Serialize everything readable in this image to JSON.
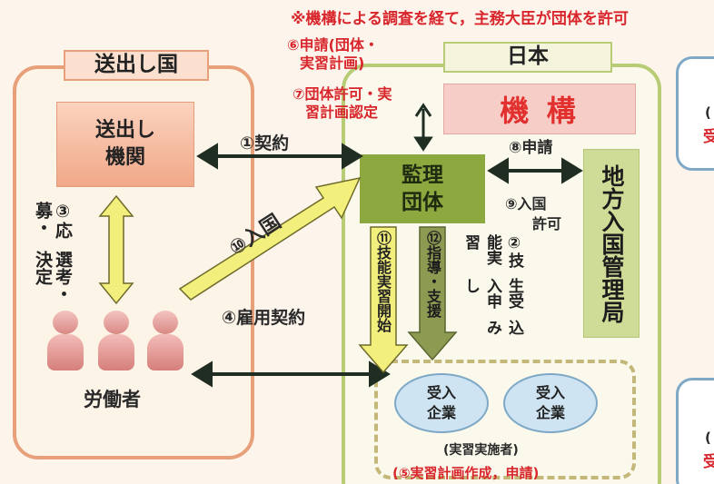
{
  "top_note": "※機構による調査を経て，主務大臣が団体を許可",
  "sending_country": {
    "label": "送出し国",
    "agency": [
      "送出し",
      "機関"
    ],
    "workers": "労働者",
    "selection": [
      "③応募・",
      "選考・決定"
    ]
  },
  "japan": {
    "label": "日本",
    "kikou": "機 構",
    "supervising_org": [
      "監理",
      "団体"
    ],
    "immigration": "地方入国管理局",
    "implementers": "(実習実施者)",
    "companies": [
      "受入\n企業",
      "受入\n企業"
    ]
  },
  "steps": {
    "s1": "①契約",
    "s2": [
      "②技能実習",
      "生受入申し",
      "込み"
    ],
    "s4": "④雇用契約",
    "s5": "(⑤実習計画作成，申請)",
    "s6": [
      "⑥申請(団体・",
      "実習計画)"
    ],
    "s7": [
      "⑦団体許可・実",
      "習計画認定"
    ],
    "s8": "⑧申請",
    "s9": [
      "⑨入国",
      "許可"
    ],
    "s10": "⑩入国",
    "s11": "⑪技能実習開始",
    "s12": "⑫指導・支援"
  },
  "right_edge": {
    "paren": "(",
    "char": "受"
  },
  "colors": {
    "sending_border": "#e8a07a",
    "japan_border": "#b7cc74",
    "kikou_bg": "#f6cdc7",
    "kikou_text": "#e2302f",
    "supervising_bg": "#8da83f",
    "immigration_bg": "#cfdc97",
    "agency_bg": "#f3b595",
    "arrow_yellow": "#f3ef7c",
    "arrow_green": "#8d9a52",
    "arrow_dark": "#1f2d22",
    "step_text_red": "#d8262c"
  }
}
